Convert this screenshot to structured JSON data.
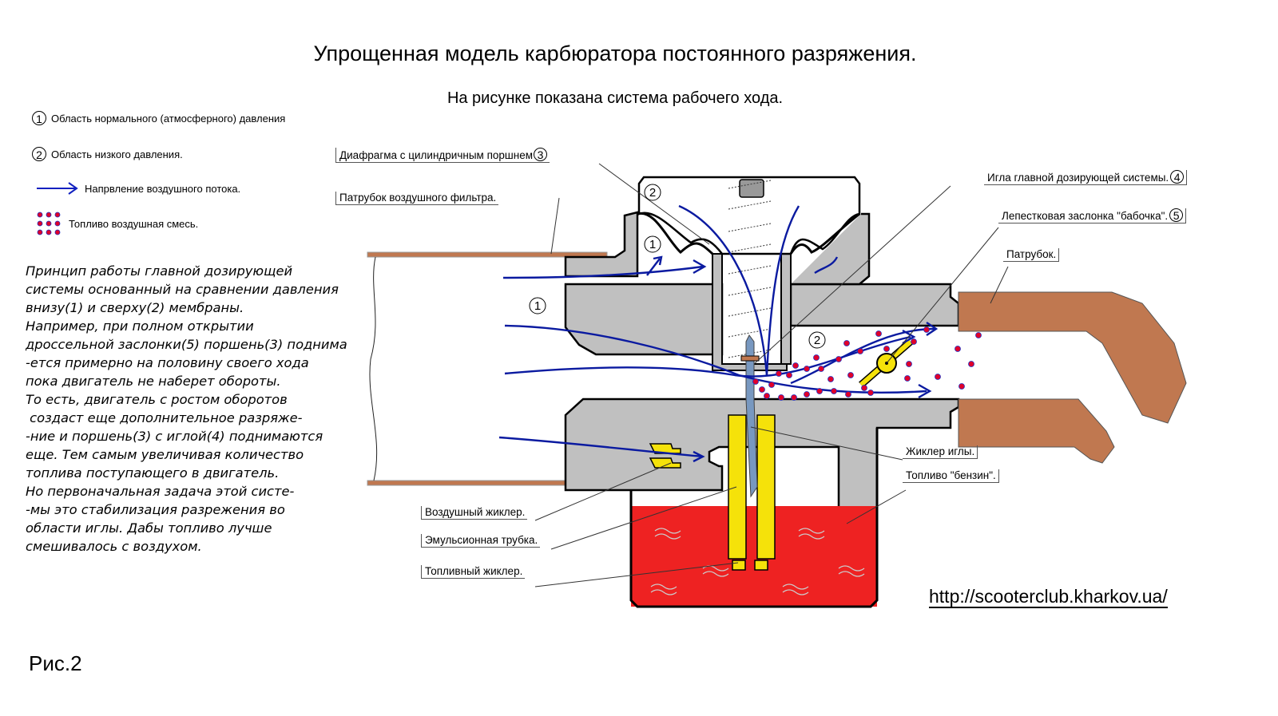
{
  "header": {
    "title": "Упрощенная модель карбюратора постоянного разряжения.",
    "subtitle": "На рисунке показана система рабочего хода."
  },
  "legend": {
    "items": [
      {
        "marker": "1",
        "icon": "circled-number-icon",
        "label": "Область нормального (атмосферного) давления"
      },
      {
        "marker": "2",
        "icon": "circled-number-icon",
        "label": "Область низкого давления."
      },
      {
        "icon": "blue-arrow-icon",
        "label": "Напрвление воздушного потока."
      },
      {
        "icon": "red-dots-icon",
        "label": "Топливо воздушная смесь."
      }
    ]
  },
  "description": {
    "lines": [
      "Принцип работы главной дозирующей",
      "системы основанный на сравнении давления",
      "внизу(1) и сверху(2) мембраны.",
      "Например, при полном открытии",
      "дроссельной заслонки(5) поршень(3) поднима",
      "-ется примерно на половину своего хода",
      "пока двигатель не наберет обороты.",
      "То есть, двигатель с ростом оборотов",
      " создаст еще дополнительное разряже-",
      "-ние и поршень(3) с иглой(4) поднимаются",
      "еще. Тем самым увеличивая количество",
      "топлива поступающего в двигатель.",
      "Но первоначальная задача этой систе-",
      "-мы это стабилизация разрежения во",
      "области иглы. Дабы топливо лучше",
      "смешивалось с воздухом."
    ]
  },
  "callouts": {
    "diaphragm": {
      "label": "Диафрагма с цилиндричным поршнем",
      "marker": "3"
    },
    "air_filter_pipe": {
      "label": "Патрубок воздушного фильтра."
    },
    "needle": {
      "label": "Игла главной дозирующей системы.",
      "marker": "4"
    },
    "butterfly": {
      "label": "Лепестковая заслонка \"бабочка\".",
      "marker": "5"
    },
    "outlet_pipe": {
      "label": "Патрубок."
    },
    "needle_jet": {
      "label": "Жиклер иглы."
    },
    "fuel": {
      "label": "Топливо \"бензин\"."
    },
    "air_jet": {
      "label": "Воздушный жиклер."
    },
    "emulsion_tube": {
      "label": "Эмульсионная трубка."
    },
    "fuel_jet": {
      "label": "Топливный жиклер."
    }
  },
  "region_markers": {
    "chamber_top": "2",
    "under_diaphragm": "1",
    "intake": "1",
    "venturi": "2"
  },
  "footer": {
    "figure_label": "Рис.2",
    "url": "http://scooterclub.kharkov.ua/"
  },
  "colors": {
    "body_gray": "#c0c0c0",
    "pipe_brown": "#c07850",
    "fuel_red": "#ee2222",
    "jet_yellow": "#f5e20a",
    "needle_blue": "#7898c0",
    "airflow_blue": "#0a1aa0",
    "mixture_dot": "#e0002a"
  }
}
